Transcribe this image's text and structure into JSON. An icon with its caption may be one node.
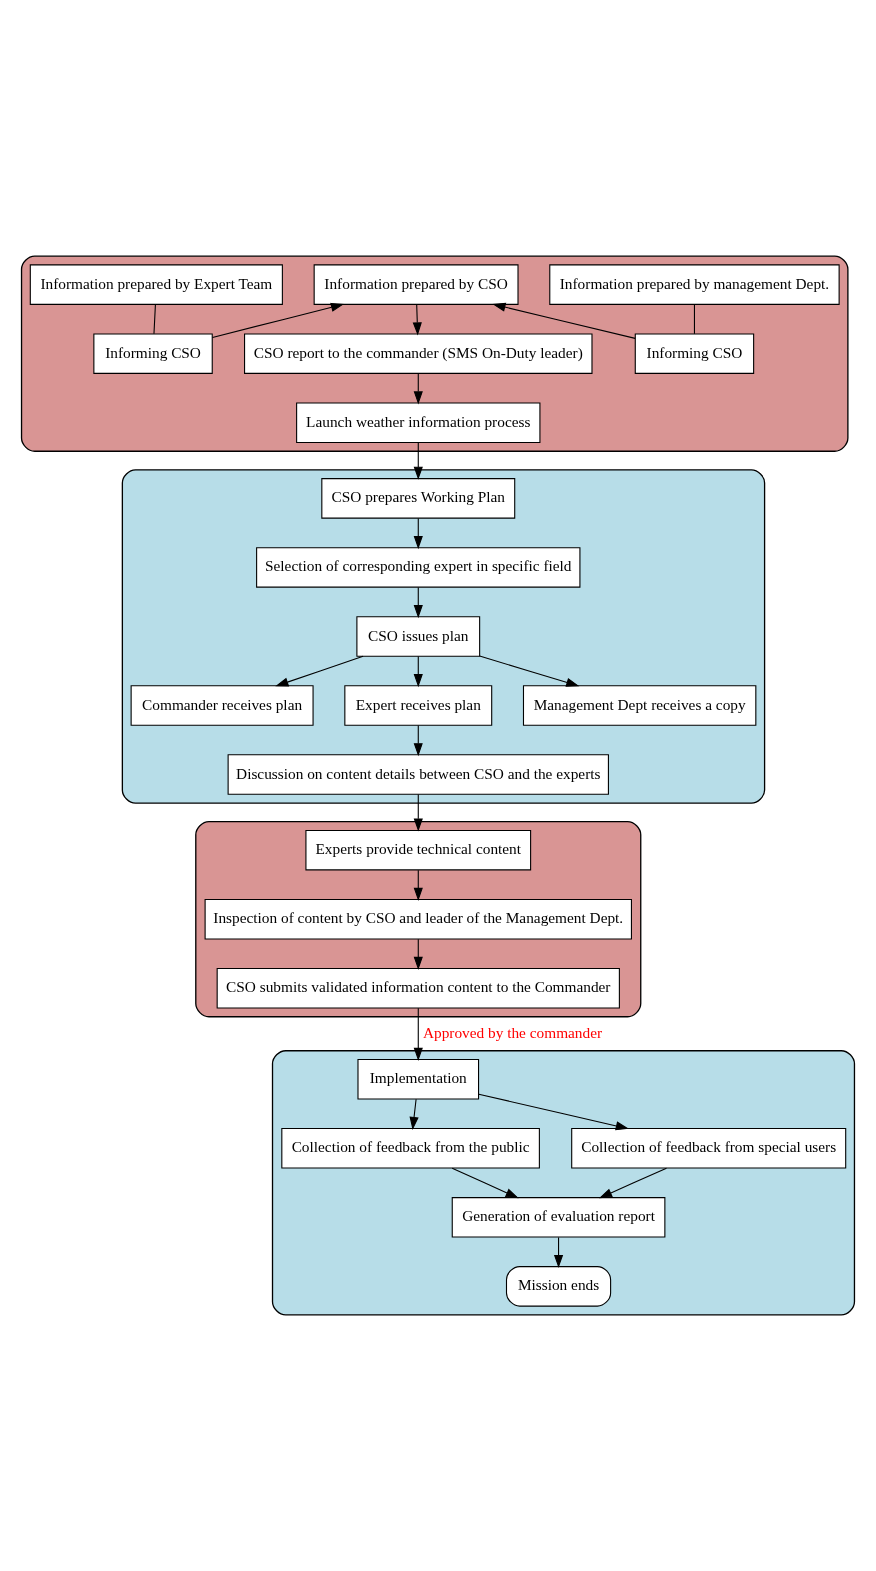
{
  "diagram": {
    "nodes": [
      {
        "text": [],
        "shape": "box"
      },
      {
        "text": [
          "Information prepared by management Dept."
        ],
        "in": 0
      },
      {
        "text": [
          "Information prepared by CSO"
        ],
        "in": 0
      },
      {
        "text": [
          "Information prepared by Expert Team"
        ],
        "in": 0
      },
      {
        "text": [
          "Informing CSO"
        ],
        "in": 0
      },
      {
        "text": [
          "Informing CSO"
        ],
        "in": 0
      },
      {
        "text": [
          "CSO report to the commander (SMS On-Duty leader)"
        ],
        "in": 0
      },
      {
        "text": [
          "Launch weather information process"
        ],
        "in": 0
      },
      {
        "text": [],
        "shape": "box"
      },
      {
        "text": [
          "CSO prepares Working Plan"
        ],
        "in": 8
      },
      {
        "text": [
          "Selection of corresponding expert in specific field"
        ],
        "in": 8
      },
      {
        "text": [
          "CSO issues plan"
        ],
        "in": 8
      },
      {
        "text": [
          "Commander receives plan"
        ],
        "in": 8
      },
      {
        "text": [
          "Expert receives plan"
        ],
        "in": 8
      },
      {
        "text": [
          "Management Dept receives a copy"
        ],
        "in": 8
      },
      {
        "text": [
          "Discussion on content details between CSO and the experts"
        ],
        "in": 8
      },
      {
        "text": [],
        "shape": "box"
      },
      {
        "text": [
          "Experts provide technical content"
        ],
        "in": 16
      },
      {
        "text": [
          "Inspection of content by CSO and leader of the Management Dept."
        ],
        "in": 16
      },
      {
        "text": [
          "CSO submits validated information content to the Commander"
        ],
        "in": 16
      },
      {
        "text": [],
        "shape": "box"
      },
      {
        "text": [
          "Implementation"
        ],
        "in": 20
      },
      {
        "text": [
          "Collection of feedback from the public"
        ],
        "in": 20
      },
      {
        "text": [
          "Collection of feedback from special users"
        ],
        "in": 20
      },
      {
        "text": [
          "Generation of evaluation report"
        ],
        "in": 20
      },
      {
        "text": [
          "Mission ends"
        ],
        "in": 20
      }
    ],
    "edges": [
      {
        "from": 1,
        "to": 4,
        "arrow": "none"
      },
      {
        "from": 4,
        "to": 2,
        "arrow": "to"
      },
      {
        "from": 3,
        "to": 5,
        "arrow": "none"
      },
      {
        "from": 5,
        "to": 2,
        "arrow": "to"
      },
      {
        "from": 2,
        "to": 6,
        "arrow": "to"
      },
      {
        "from": 6,
        "to": 7,
        "arrow": "to"
      },
      {
        "from": 7,
        "to": 9,
        "arrow": "to"
      },
      {
        "from": 9,
        "to": 10,
        "arrow": "to"
      },
      {
        "from": 10,
        "to": 11,
        "arrow": "to"
      },
      {
        "from": 11,
        "to": 12,
        "arrow": "to"
      },
      {
        "from": 11,
        "to": 13,
        "arrow": "to"
      },
      {
        "from": 11,
        "to": 14,
        "arrow": "to"
      },
      {
        "from": 13,
        "to": 15,
        "arrow": "to"
      },
      {
        "from": 15,
        "to": 17,
        "arrow": "to"
      },
      {
        "from": 17,
        "to": 18,
        "arrow": "to"
      },
      {
        "from": 18,
        "to": 19,
        "arrow": "to"
      },
      {
        "from": 19,
        "to": 21,
        "arrow": "to",
        "label": "Approved by the commander"
      },
      {
        "from": 21,
        "to": 22,
        "arrow": "to"
      },
      {
        "from": 21,
        "to": 23,
        "arrow": "to"
      },
      {
        "from": 22,
        "to": 24,
        "arrow": "to"
      },
      {
        "from": 23,
        "to": 24,
        "arrow": "to"
      },
      {
        "from": 24,
        "to": 25,
        "arrow": "to"
      }
    ]
  }
}
